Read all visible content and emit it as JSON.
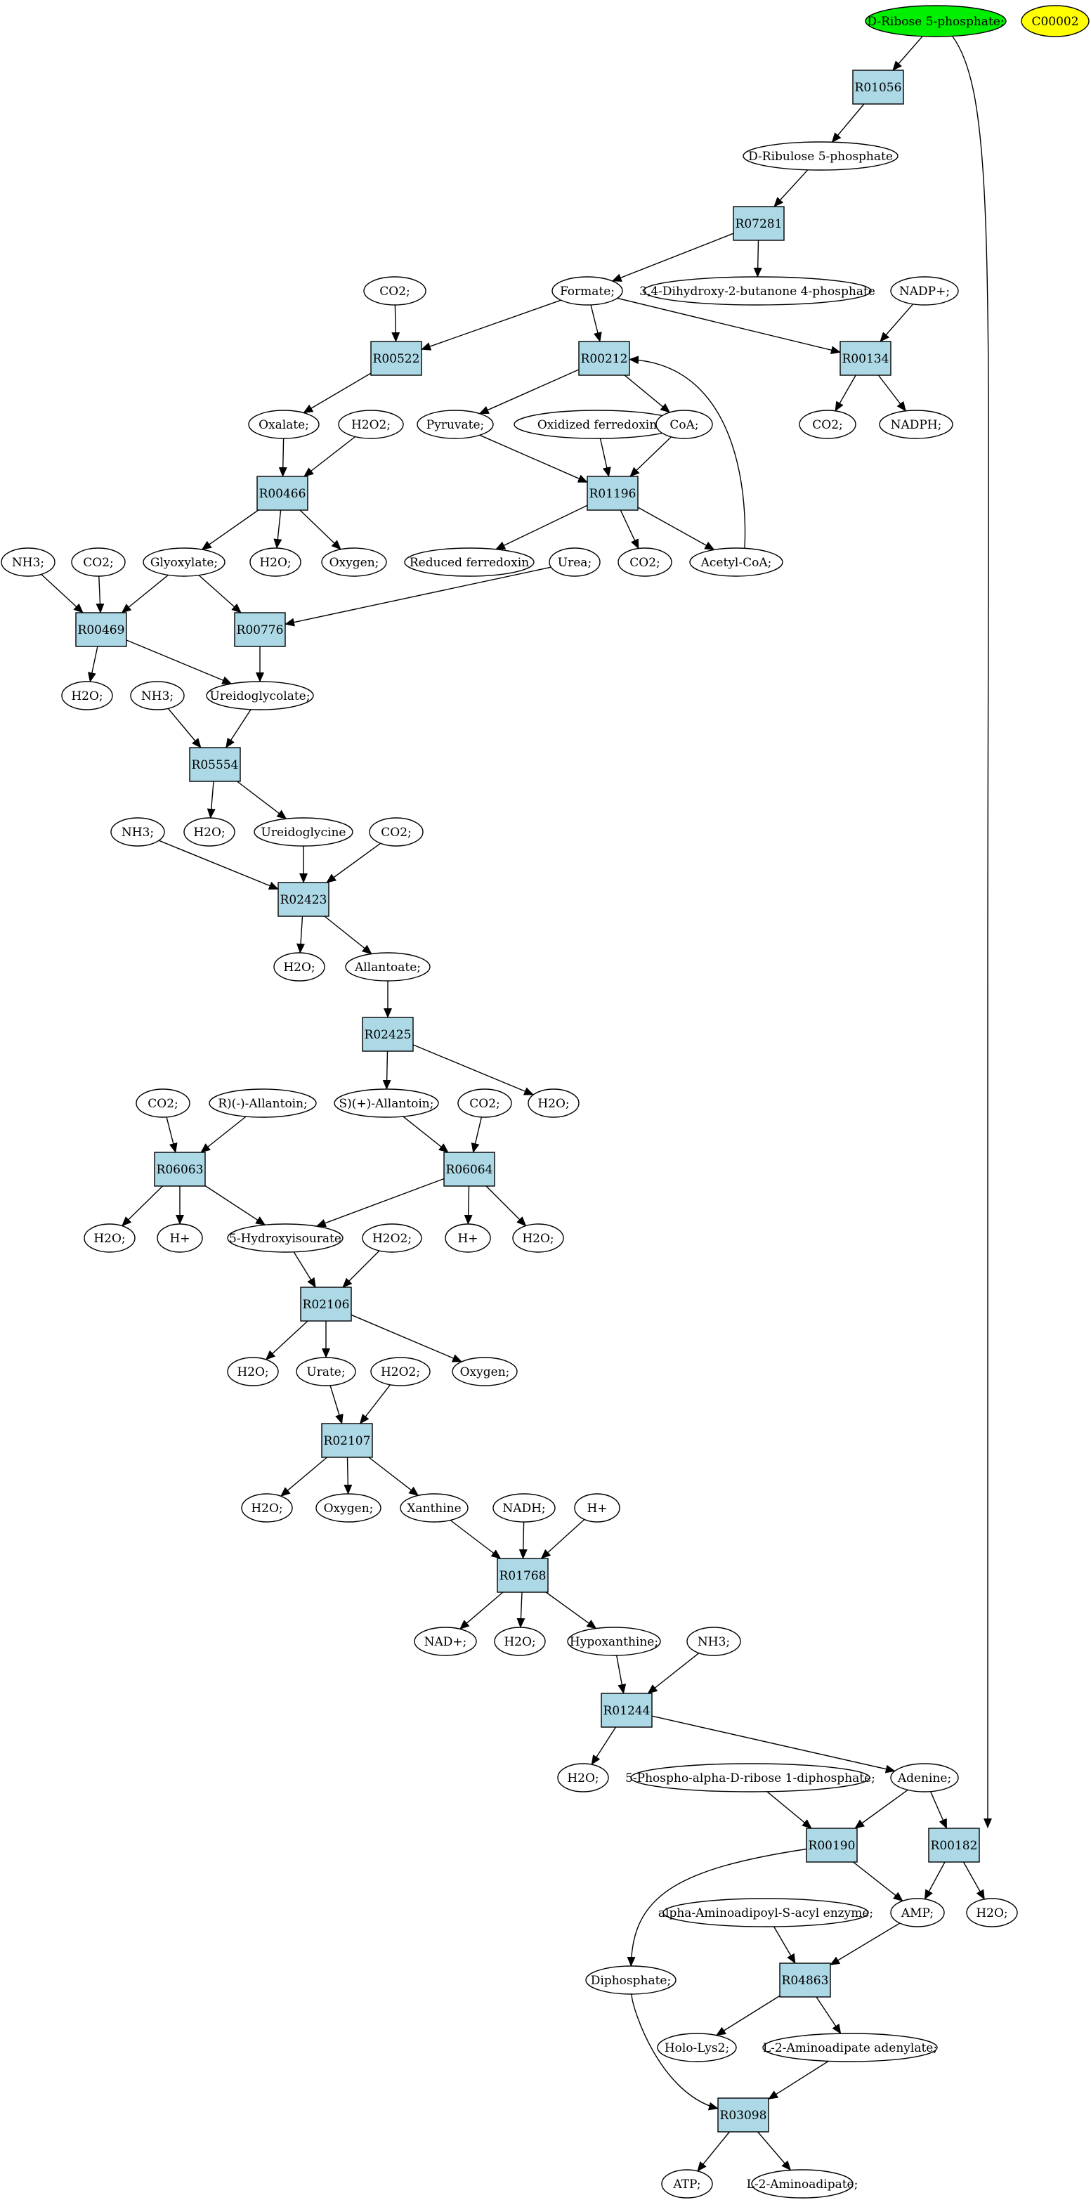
{
  "colors": {
    "reaction_fill": "#add8e6",
    "compound_fill": "#ffffff",
    "start_fill": "#00ee00",
    "special_fill": "#ffff00"
  },
  "nodes": {
    "c_rib5p": "D-Ribose 5-phosphate;",
    "c_c00002": "C00002",
    "r_R01056": "R01056",
    "c_ribu5p": "D-Ribulose 5-phosphate",
    "r_R07281": "R07281",
    "c_formate": "Formate;",
    "c_dhbp": "3,4-Dihydroxy-2-butanone 4-phosphate",
    "c_co2_a": "CO2;",
    "c_nadp": "NADP+;",
    "r_R00522": "R00522",
    "r_R00212": "R00212",
    "r_R00134": "R00134",
    "c_oxalate": "Oxalate;",
    "c_h2o2_a": "H2O2;",
    "c_pyruvate": "Pyruvate;",
    "c_oxfd": "Oxidized ferredoxin",
    "c_coa": "CoA;",
    "c_co2_b": "CO2;",
    "c_nadph": "NADPH;",
    "r_R00466": "R00466",
    "r_R01196": "R01196",
    "c_nh3_a": "NH3;",
    "c_co2_c": "CO2;",
    "c_glyoxylate": "Glyoxylate;",
    "c_h2o_a": "H2O;",
    "c_oxygen_a": "Oxygen;",
    "c_redfd": "Reduced ferredoxin",
    "c_urea": "Urea;",
    "c_co2_d": "CO2;",
    "c_acetylcoa": "Acetyl-CoA;",
    "r_R00469": "R00469",
    "r_R00776": "R00776",
    "c_h2o_b": "H2O;",
    "c_nh3_b": "NH3;",
    "c_ureidoglycolate": "Ureidoglycolate;",
    "r_R05554": "R05554",
    "c_nh3_c": "NH3;",
    "c_h2o_c": "H2O;",
    "c_ureidoglycine": "Ureidoglycine",
    "c_co2_e": "CO2;",
    "r_R02423": "R02423",
    "c_h2o_d": "H2O;",
    "c_allantoate": "Allantoate;",
    "r_R02425": "R02425",
    "c_co2_f": "CO2;",
    "c_rallantoin": "R)(-)-Allantoin;",
    "c_sallantoin": "S)(+)-Allantoin;",
    "c_co2_g": "CO2;",
    "c_h2o_e": "H2O;",
    "r_R06063": "R06063",
    "r_R06064": "R06064",
    "c_h2o_f": "H2O;",
    "c_hplus_a": "H+",
    "c_hiu": "5-Hydroxyisourate",
    "c_h2o2_b": "H2O2;",
    "c_hplus_b": "H+",
    "c_h2o_g": "H2O;",
    "r_R02106": "R02106",
    "c_h2o_h": "H2O;",
    "c_urate": "Urate;",
    "c_h2o2_c": "H2O2;",
    "c_oxygen_b": "Oxygen;",
    "r_R02107": "R02107",
    "c_h2o_i": "H2O;",
    "c_oxygen_c": "Oxygen;",
    "c_xanthine": "Xanthine",
    "c_nadh": "NADH;",
    "c_hplus_c": "H+",
    "r_R01768": "R01768",
    "c_nad": "NAD+;",
    "c_h2o_j": "H2O;",
    "c_hypoxanthine": "Hypoxanthine;",
    "c_nh3_d": "NH3;",
    "r_R01244": "R01244",
    "c_h2o_k": "H2O;",
    "c_prpp": "5-Phospho-alpha-D-ribose 1-diphosphate;",
    "c_adenine": "Adenine;",
    "r_R00190": "R00190",
    "r_R00182": "R00182",
    "c_aaase": "alpha-Aminoadipoyl-S-acyl enzyme;",
    "c_amp": "AMP;",
    "c_h2o_l": "H2O;",
    "c_diphosphate": "Diphosphate;",
    "r_R04863": "R04863",
    "c_hololys2": "Holo-Lys2;",
    "c_l2aa_adenylate": "L-2-Aminoadipate adenylate;",
    "r_R03098": "R03098",
    "c_atp": "ATP;",
    "c_l2aa": "L-2-Aminoadipate;"
  }
}
